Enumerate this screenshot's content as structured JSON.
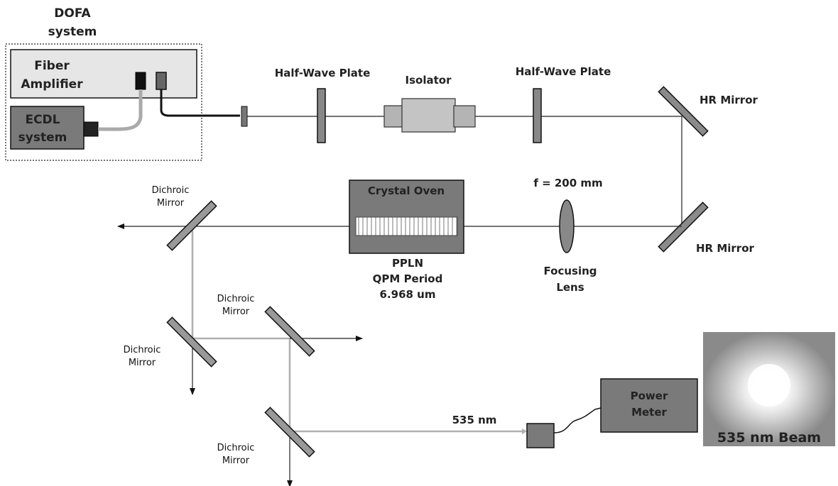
{
  "dofa": {
    "title_line1": "DOFA",
    "title_line2": "system"
  },
  "amp": {
    "line1": "Fiber",
    "line2": "Amplifier"
  },
  "ecdl": {
    "line1": "ECDL",
    "line2": "system"
  },
  "hwp1": "Half-Wave Plate",
  "isolator": "Isolator",
  "hwp2": "Half-Wave Plate",
  "hr_mirror_top": "HR Mirror",
  "hr_mirror_bottom": "HR Mirror",
  "focal_length": "f = 200 mm",
  "lens": {
    "line1": "Focusing",
    "line2": "Lens"
  },
  "oven": "Crystal Oven",
  "pp": {
    "line1": "PPLN",
    "line2": "QPM Period",
    "line3": "6.968 um"
  },
  "dichroic1": {
    "line1": "Dichroic",
    "line2": "Mirror"
  },
  "dichroic2": {
    "line1": "Dichroic",
    "line2": "Mirror"
  },
  "dichroic3": {
    "line1": "Dichroic",
    "line2": "Mirror"
  },
  "dichroic4": {
    "line1": "Dichroic",
    "line2": "Mirror"
  },
  "wavelength_label": "535 nm",
  "meter": {
    "line1": "Power",
    "line2": "Meter"
  },
  "beam_photo_caption": "535 nm Beam",
  "colors": {
    "box_fill": "#e6e6e6",
    "block_fill": "#7a7a7a",
    "green_beam": "#b0b0b0"
  }
}
